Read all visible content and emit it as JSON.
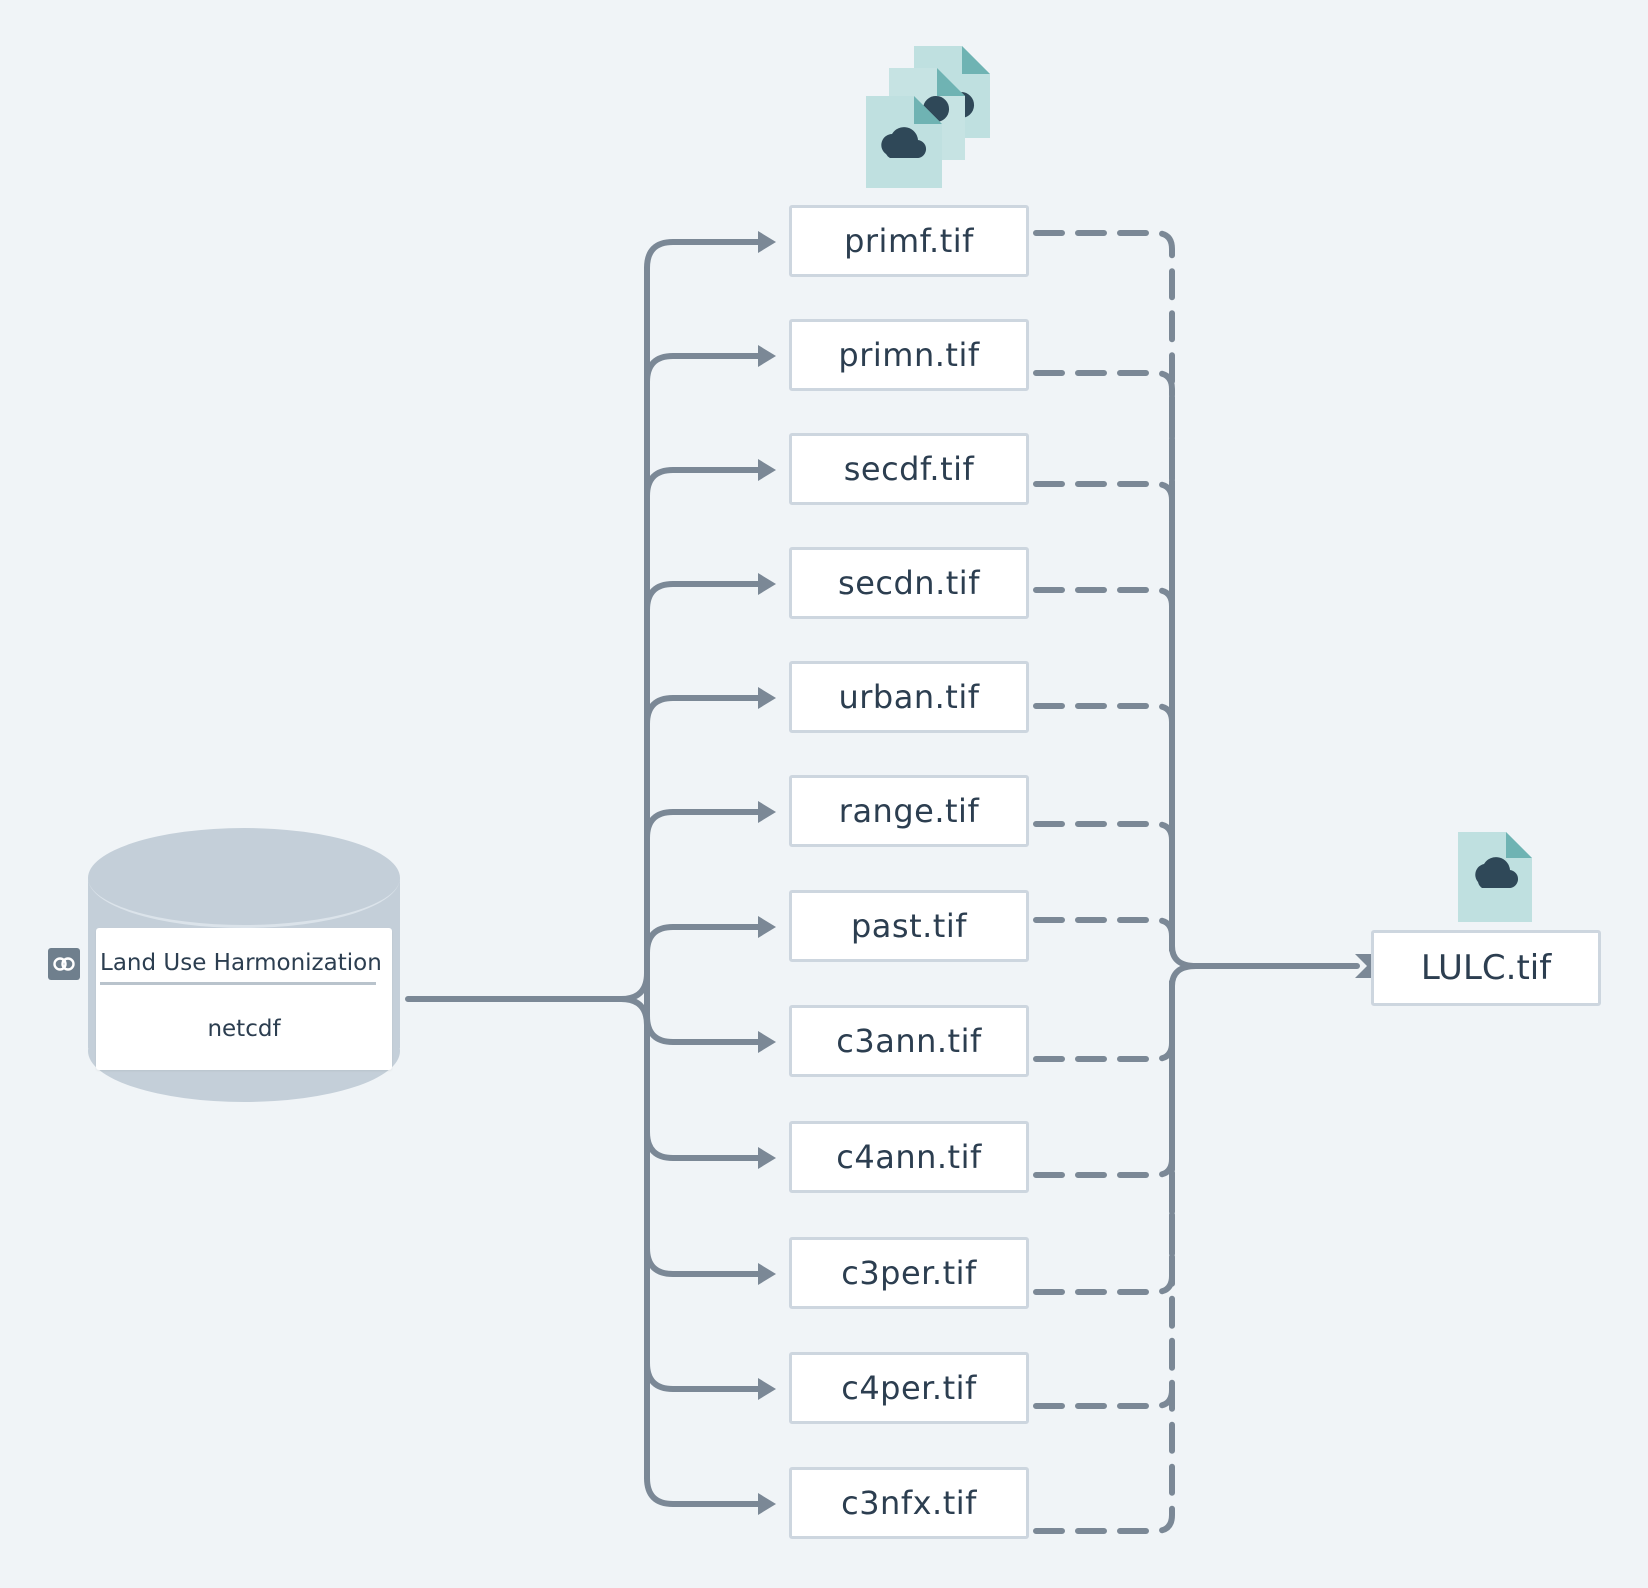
{
  "source": {
    "title": "Land Use Harmonization",
    "subtitle": "netcdf",
    "link_icon": "link-icon"
  },
  "files": [
    {
      "label": "primf.tif"
    },
    {
      "label": "primn.tif"
    },
    {
      "label": "secdf.tif"
    },
    {
      "label": "secdn.tif"
    },
    {
      "label": "urban.tif"
    },
    {
      "label": "range.tif"
    },
    {
      "label": "past.tif"
    },
    {
      "label": "c3ann.tif"
    },
    {
      "label": "c4ann.tif"
    },
    {
      "label": "c3per.tif"
    },
    {
      "label": "c4per.tif"
    },
    {
      "label": "c3nfx.tif"
    }
  ],
  "output": {
    "label": "LULC.tif"
  },
  "icons": {
    "files_stack": "stacked-weather-file-icon",
    "output_file": "weather-file-icon"
  },
  "colors": {
    "background": "#f0f4f7",
    "connector": "#7b8896",
    "box_border": "#cdd6df",
    "database": "#c4cfd9",
    "file_icon": "#bfe0e0",
    "file_fold": "#6fb3b3",
    "cloud": "#2f4858",
    "text": "#2c3e50"
  }
}
